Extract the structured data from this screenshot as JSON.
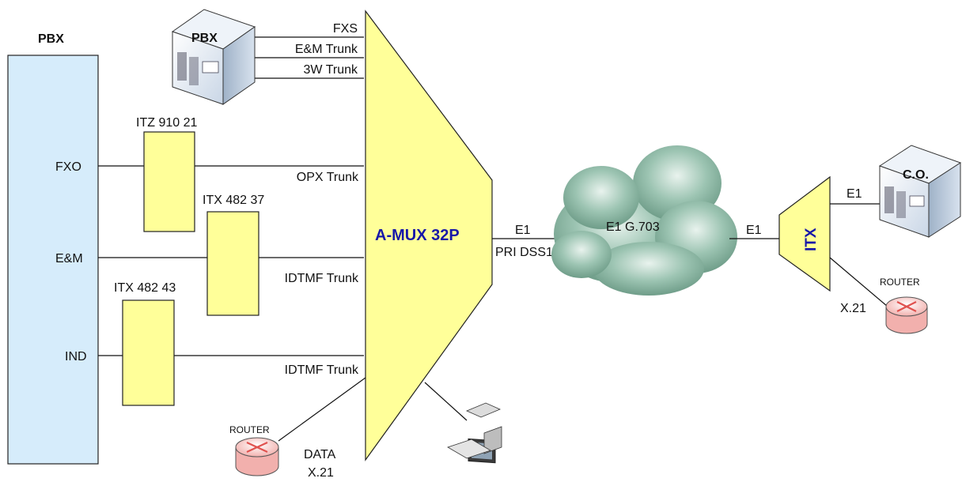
{
  "left_pbx": {
    "title": "PBX",
    "ports": [
      "FXO",
      "E&M",
      "IND"
    ]
  },
  "top_pbx": {
    "label": "PBX",
    "links": [
      "FXS",
      "E&M Trunk",
      "3W Trunk"
    ]
  },
  "converters": [
    {
      "label": "ITZ 910 21",
      "trunk": "OPX Trunk"
    },
    {
      "label": "ITX 482 37",
      "trunk": "IDTMF Trunk"
    },
    {
      "label": "ITX 482 43",
      "trunk": "IDTMF Trunk"
    }
  ],
  "mux": {
    "label": "A-MUX 32P",
    "link_top": "E1",
    "link_bottom": "PRI DSS1"
  },
  "router_left": {
    "label": "ROUTER",
    "link_top": "DATA",
    "link_bottom": "X.21"
  },
  "cloud": {
    "label": "E1 G.703"
  },
  "itx": {
    "label": "ITX",
    "link_in": "E1",
    "link_out": "E1",
    "link_router": "X.21"
  },
  "co": {
    "label": "C.O."
  },
  "router_right": {
    "label": "ROUTER"
  },
  "colors": {
    "box_fill": "#ffff99",
    "left_pbx_fill": "#d6ecfb",
    "title_color": "#1818a8",
    "cloud": "#7fae9a",
    "router": "#e0524f"
  }
}
